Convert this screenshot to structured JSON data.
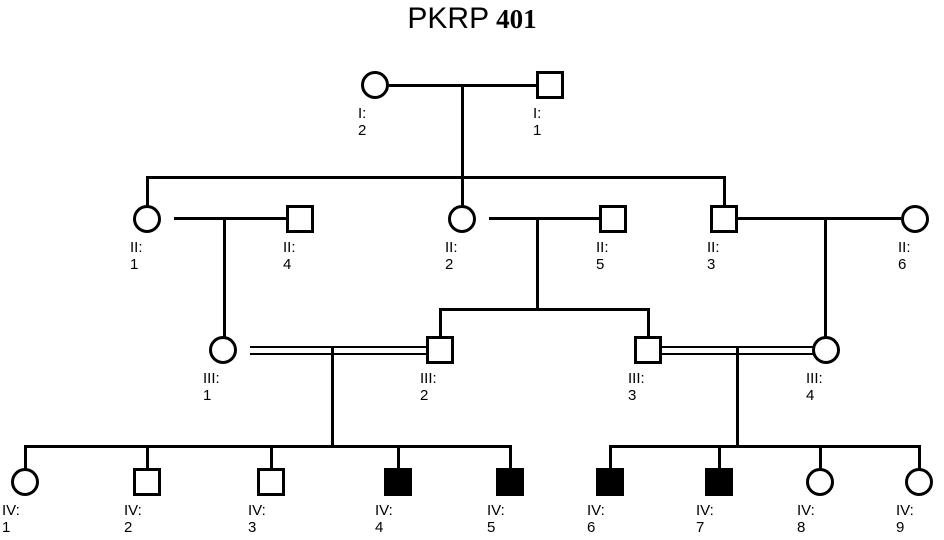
{
  "title": {
    "main": "PKRP",
    "number": "401"
  },
  "chart_data": {
    "type": "pedigree",
    "title": "PKRP 401",
    "generations": [
      "I",
      "II",
      "III",
      "IV"
    ],
    "legend": {
      "square": "male",
      "circle": "female",
      "filled": "affected",
      "unfilled": "unaffected",
      "double_line": "consanguineous marriage"
    },
    "affected_individuals": [
      "IV:4",
      "IV:5",
      "IV:6",
      "IV:7"
    ],
    "consanguineous_unions": [
      "III:1 x III:2",
      "III:3 x III:4"
    ]
  },
  "individuals": [
    {
      "id": "I-2",
      "gen": "I:",
      "num": "2",
      "sex": "female",
      "affected": false
    },
    {
      "id": "I-1",
      "gen": "I:",
      "num": "1",
      "sex": "male",
      "affected": false
    },
    {
      "id": "II-1",
      "gen": "II:",
      "num": "1",
      "sex": "female",
      "affected": false
    },
    {
      "id": "II-4",
      "gen": "II:",
      "num": "4",
      "sex": "male",
      "affected": false
    },
    {
      "id": "II-2",
      "gen": "II:",
      "num": "2",
      "sex": "female",
      "affected": false
    },
    {
      "id": "II-5",
      "gen": "II:",
      "num": "5",
      "sex": "male",
      "affected": false
    },
    {
      "id": "II-3",
      "gen": "II:",
      "num": "3",
      "sex": "male",
      "affected": false
    },
    {
      "id": "II-6",
      "gen": "II:",
      "num": "6",
      "sex": "female",
      "affected": false
    },
    {
      "id": "III-1",
      "gen": "III:",
      "num": "1",
      "sex": "female",
      "affected": false
    },
    {
      "id": "III-2",
      "gen": "III:",
      "num": "2",
      "sex": "male",
      "affected": false
    },
    {
      "id": "III-3",
      "gen": "III:",
      "num": "3",
      "sex": "male",
      "affected": false
    },
    {
      "id": "III-4",
      "gen": "III:",
      "num": "4",
      "sex": "female",
      "affected": false
    },
    {
      "id": "IV-1",
      "gen": "IV:",
      "num": "1",
      "sex": "female",
      "affected": false
    },
    {
      "id": "IV-2",
      "gen": "IV:",
      "num": "2",
      "sex": "male",
      "affected": false
    },
    {
      "id": "IV-3",
      "gen": "IV:",
      "num": "3",
      "sex": "male",
      "affected": false
    },
    {
      "id": "IV-4",
      "gen": "IV:",
      "num": "4",
      "sex": "male",
      "affected": true
    },
    {
      "id": "IV-5",
      "gen": "IV:",
      "num": "5",
      "sex": "male",
      "affected": true
    },
    {
      "id": "IV-6",
      "gen": "IV:",
      "num": "6",
      "sex": "male",
      "affected": true
    },
    {
      "id": "IV-7",
      "gen": "IV:",
      "num": "7",
      "sex": "male",
      "affected": true
    },
    {
      "id": "IV-8",
      "gen": "IV:",
      "num": "8",
      "sex": "female",
      "affected": false
    },
    {
      "id": "IV-9",
      "gen": "IV:",
      "num": "9",
      "sex": "female",
      "affected": false
    }
  ],
  "colors": {
    "ink": "#000000",
    "paper": "#ffffff"
  }
}
